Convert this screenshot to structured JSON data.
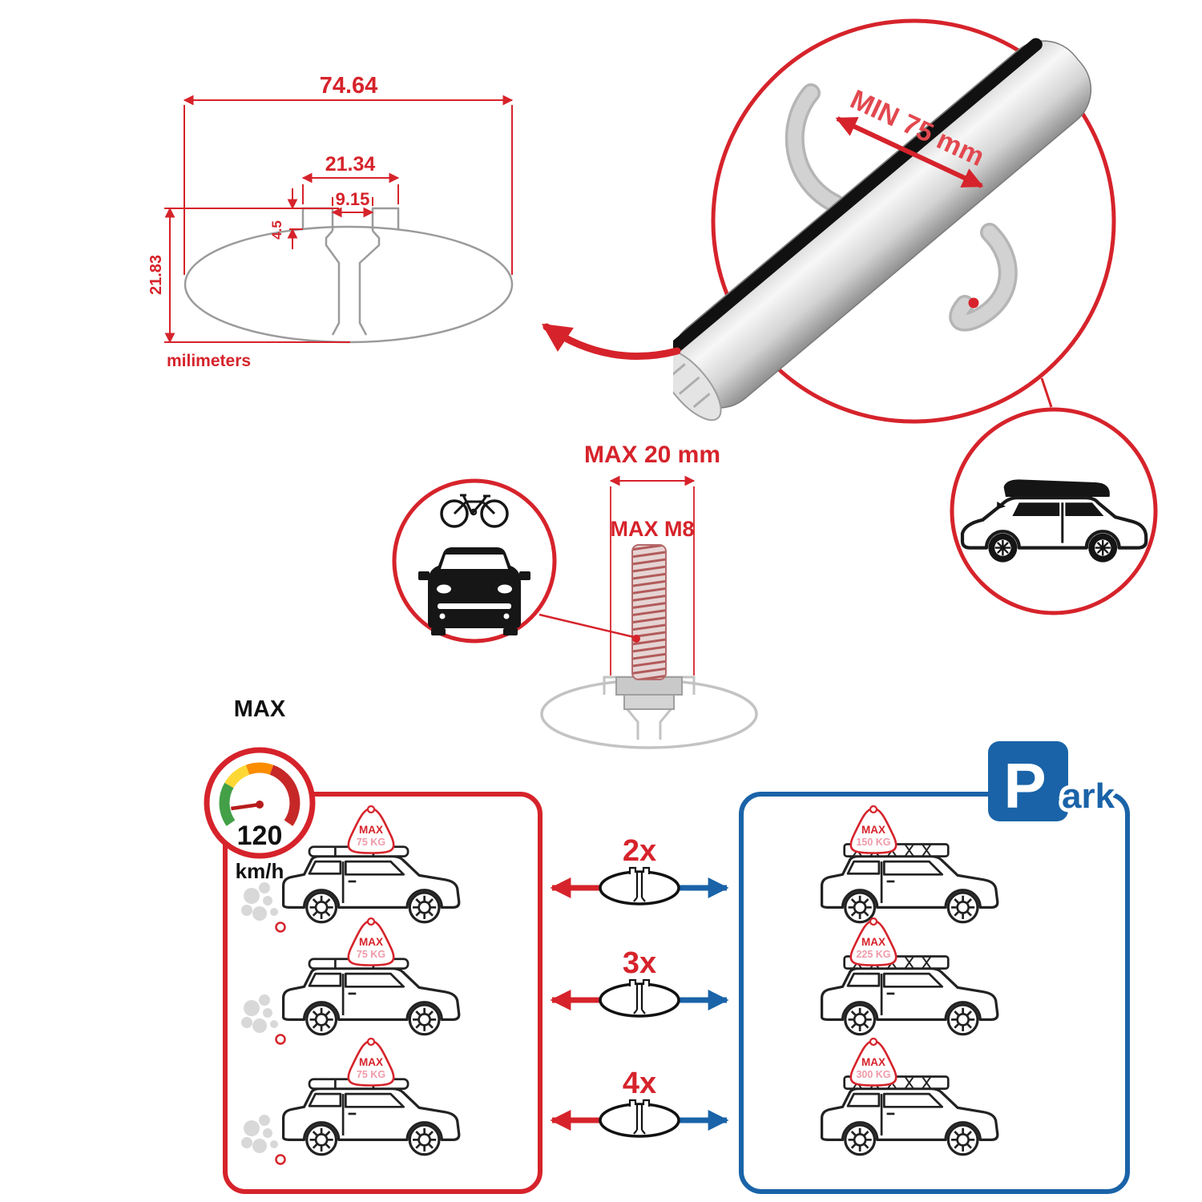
{
  "colors": {
    "red": "#d6232b",
    "blue": "#1a63a8",
    "pink": "#ef9aa9",
    "grey": "#c3c3c3"
  },
  "profile_drawing": {
    "width_total": "74.64",
    "slot_outer_width": "21.34",
    "slot_opening": "9.15",
    "lip_height": "4.5",
    "profile_height": "21.83",
    "units": "milimeters"
  },
  "crossbar_detail": {
    "min_clamp_span": "MIN 75 mm"
  },
  "bolt_spec": {
    "max_depth": "MAX 20 mm",
    "max_thread": "MAX M8"
  },
  "speed_limit": {
    "label": "MAX",
    "value": "120",
    "unit": "km/h"
  },
  "park_sign": {
    "initial": "P",
    "suffix": "ark"
  },
  "bar_counts": [
    "2x",
    "3x",
    "4x"
  ],
  "driving_cars": [
    {
      "sign_label": "MAX",
      "sign_weight": "75 KG"
    },
    {
      "sign_label": "MAX",
      "sign_weight": "75 KG"
    },
    {
      "sign_label": "MAX",
      "sign_weight": "75 KG"
    }
  ],
  "parked_cars": [
    {
      "sign_label": "MAX",
      "sign_weight": "150 KG"
    },
    {
      "sign_label": "MAX",
      "sign_weight": "225 KG"
    },
    {
      "sign_label": "MAX",
      "sign_weight": "300 KG"
    }
  ]
}
